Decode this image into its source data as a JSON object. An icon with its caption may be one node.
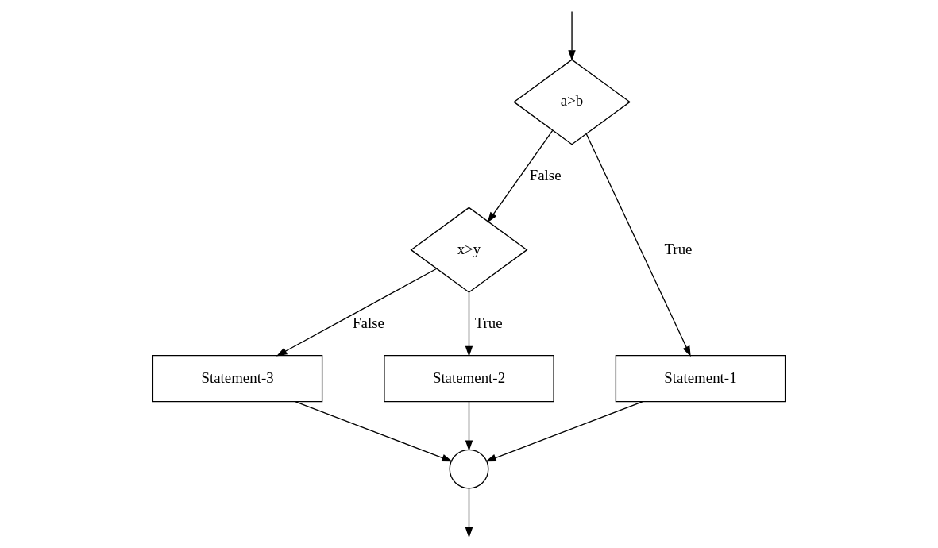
{
  "diagram": {
    "nodes": [
      {
        "text": [
          "a>b"
        ]
      },
      {
        "text": [
          "x>y"
        ]
      },
      {
        "text": [
          "Statement-3"
        ]
      },
      {
        "text": [
          "Statement-2"
        ]
      },
      {
        "text": [
          "Statement-1"
        ]
      },
      {
        "text": [],
        "shape": "circle"
      }
    ],
    "edges": [
      {
        "from": null,
        "to": 0,
        "arrow": "to"
      },
      {
        "from": 0,
        "to": 1,
        "arrow": "to",
        "label": "False"
      },
      {
        "from": 0,
        "to": 4,
        "arrow": "to",
        "label": "True"
      },
      {
        "from": 1,
        "to": 2,
        "arrow": "to",
        "label": "False"
      },
      {
        "from": 1,
        "to": 3,
        "arrow": "to",
        "label": "True"
      },
      {
        "from": 2,
        "to": 5,
        "arrow": "to"
      },
      {
        "from": 3,
        "to": 5,
        "arrow": "to"
      },
      {
        "from": 4,
        "to": 5,
        "arrow": "to"
      },
      {
        "from": 5,
        "to": null,
        "arrow": "to"
      }
    ]
  }
}
